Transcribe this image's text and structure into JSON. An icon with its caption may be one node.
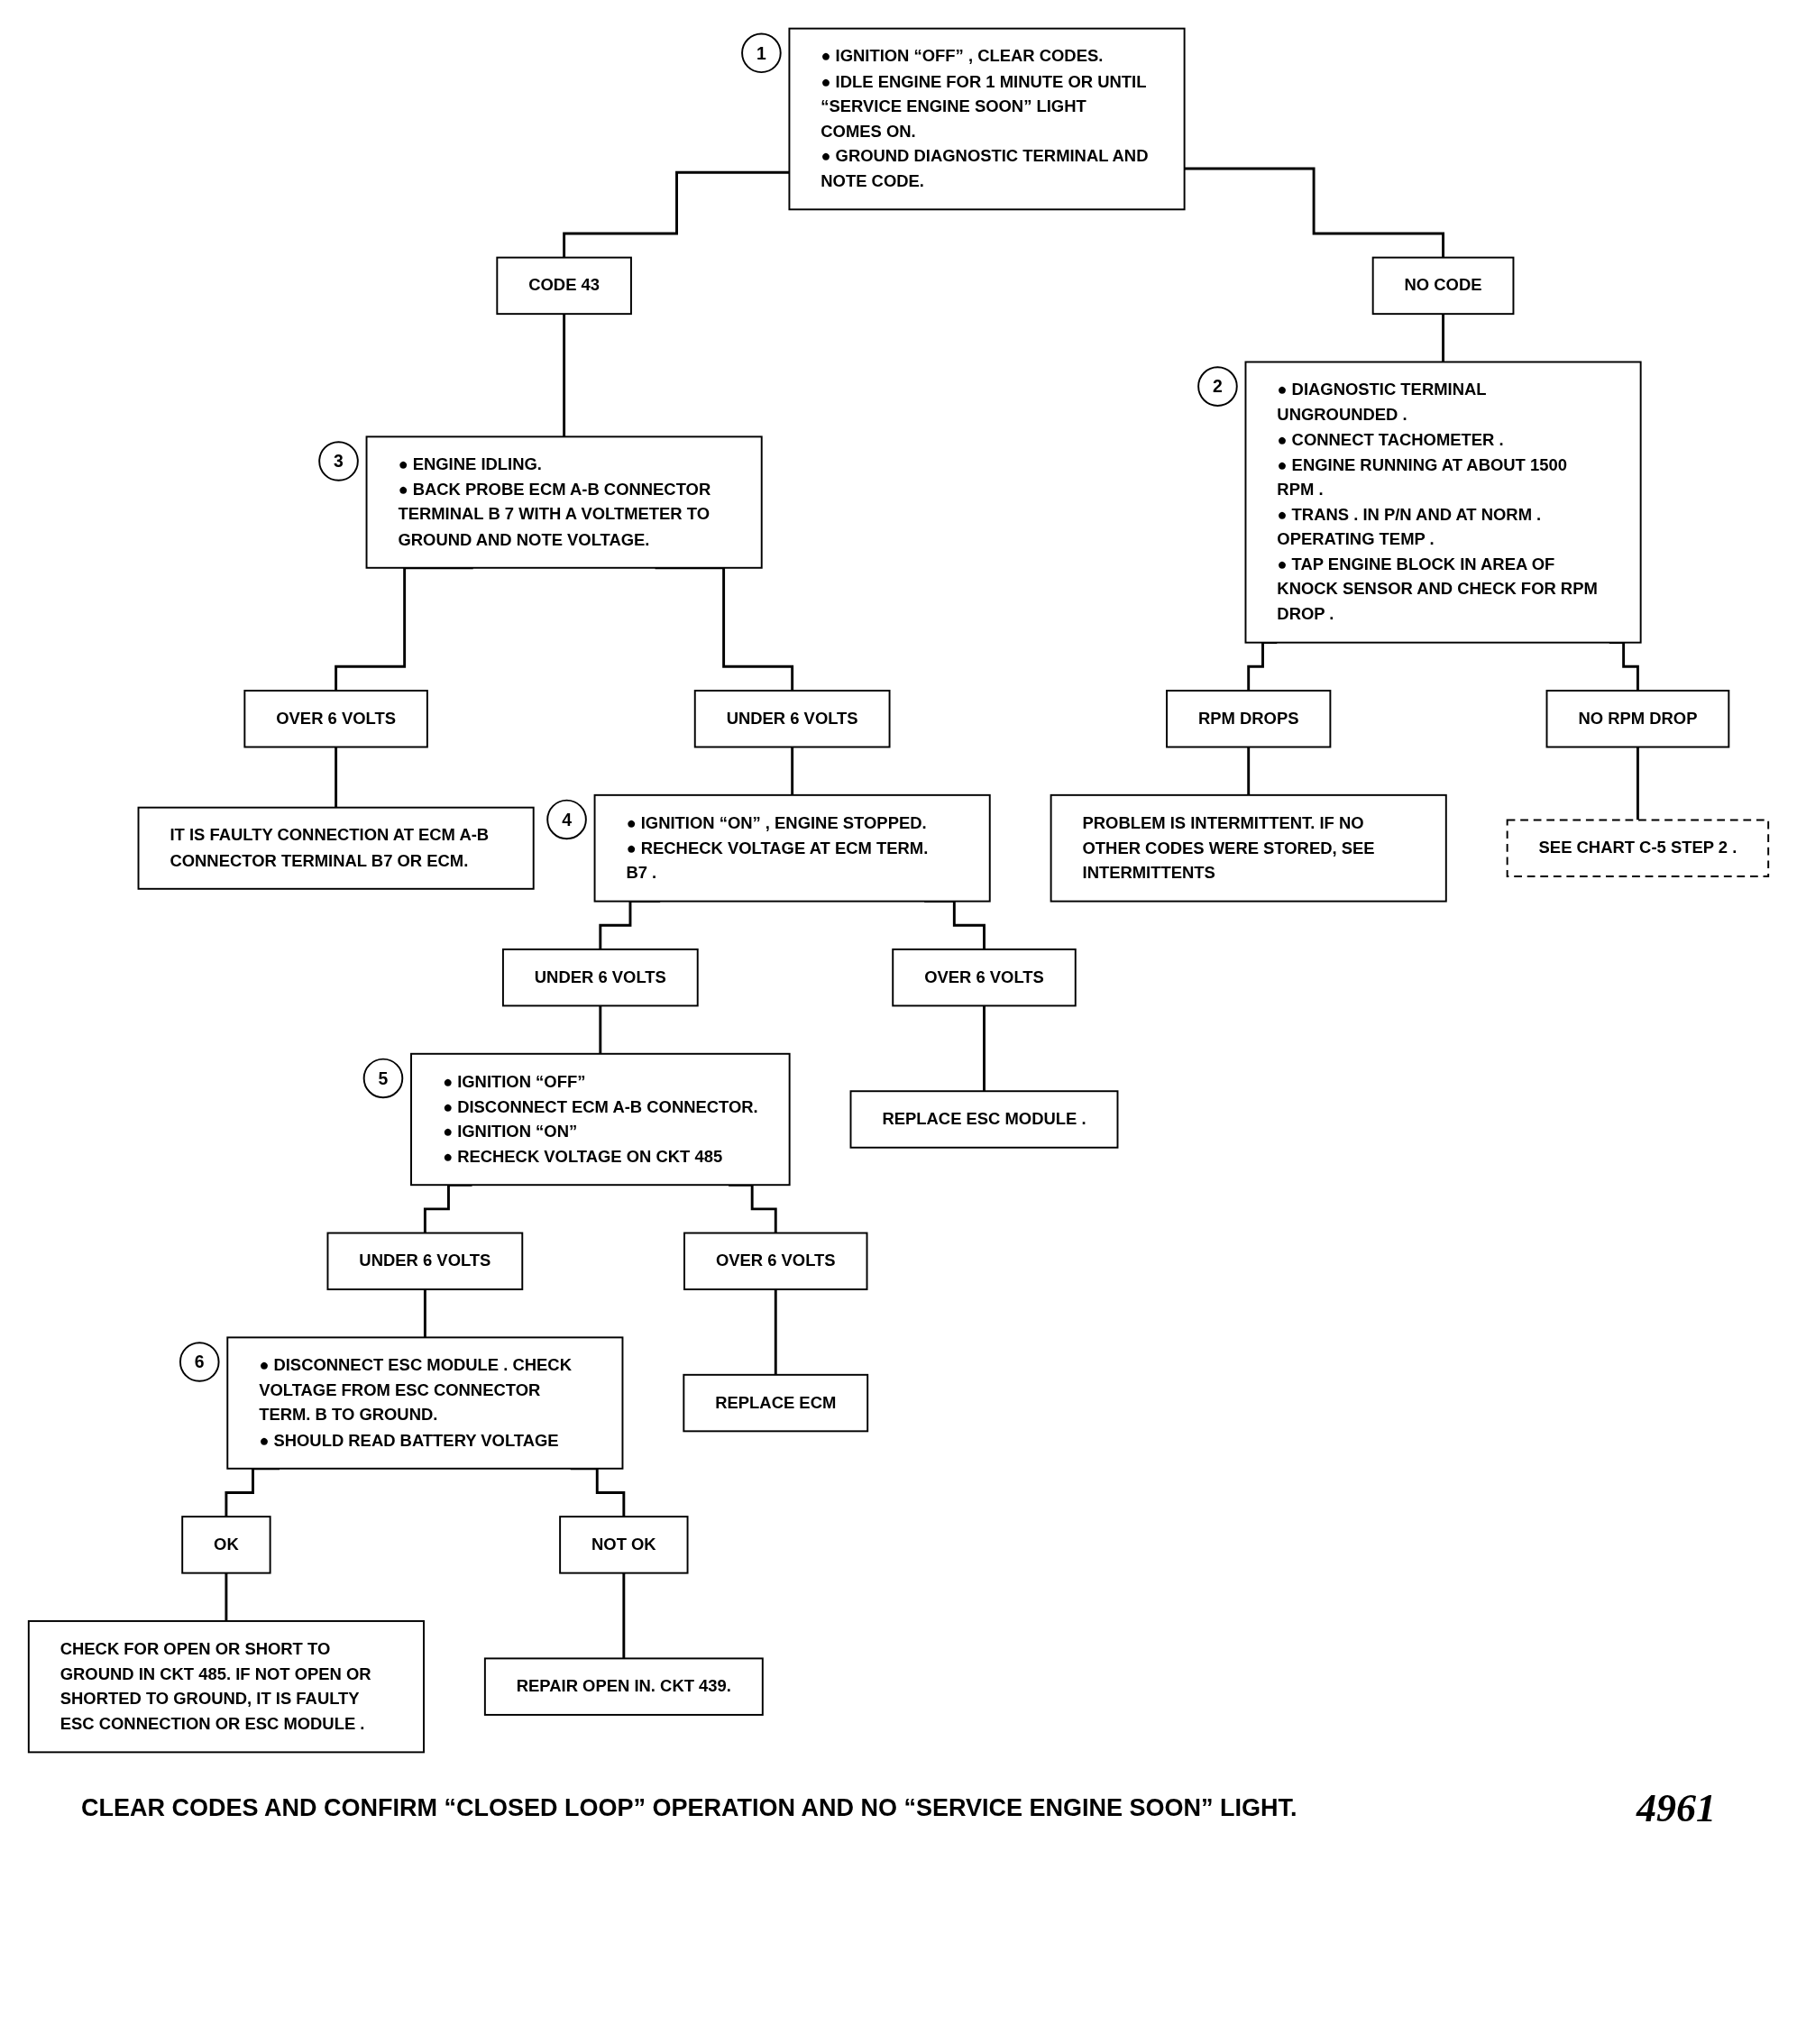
{
  "diagram": {
    "caption": "CLEAR CODES AND CONFIRM “CLOSED LOOP” OPERATION AND NO “SERVICE ENGINE SOON” LIGHT.",
    "nodes": [
      {
        "text": [
          "● IGNITION “OFF” , CLEAR CODES.",
          "● IDLE ENGINE FOR 1 MINUTE OR UNTIL “SERVICE ENGINE SOON” LIGHT COMES ON.",
          "● GROUND DIAGNOSTIC TERMINAL AND NOTE CODE."
        ],
        "beside": [
          "1"
        ]
      },
      {
        "text": [
          "CODE 43"
        ]
      },
      {
        "text": [
          "NO CODE"
        ]
      },
      {
        "text": [
          "● ENGINE IDLING.",
          "● BACK PROBE ECM A-B CONNECTOR TERMINAL B 7 WITH A VOLTMETER TO GROUND AND NOTE VOLTAGE."
        ],
        "beside": [
          "3"
        ]
      },
      {
        "text": [
          "● DIAGNOSTIC TERMINAL UNGROUNDED .",
          "● CONNECT TACHOMETER .",
          "● ENGINE RUNNING AT ABOUT 1500 RPM .",
          "● TRANS . IN P/N AND AT NORM . OPERATING TEMP .",
          "● TAP ENGINE BLOCK IN AREA OF KNOCK SENSOR AND CHECK FOR RPM DROP ."
        ],
        "beside": [
          "2"
        ]
      },
      {
        "text": [
          "UNDER 6 VOLTS"
        ]
      },
      {
        "text": [
          "OVER 6 VOLTS"
        ]
      },
      {
        "text": [
          "IT IS FAULTY CONNECTION AT ECM A-B CONNECTOR TERMINAL B7 OR ECM."
        ]
      },
      {
        "text": [
          "● IGNITION “ON” , ENGINE STOPPED.",
          "● RECHECK VOLTAGE AT ECM TERM. B7 ."
        ],
        "beside": [
          "4"
        ]
      },
      {
        "text": [
          "RPM DROPS"
        ]
      },
      {
        "text": [
          "NO RPM DROP"
        ]
      },
      {
        "text": [
          "PROBLEM IS INTERMITTENT. IF NO OTHER CODES WERE STORED, SEE INTERMITTENTS"
        ]
      },
      {
        "text": [
          "SEE CHART C-5 STEP 2 ."
        ]
      },
      {
        "text": [
          "UNDER 6 VOLTS"
        ]
      },
      {
        "text": [
          "OVER 6 VOLTS"
        ]
      },
      {
        "text": [
          "● IGNITION “OFF”",
          "● DISCONNECT ECM A-B CONNECTOR.",
          "● IGNITION “ON”",
          "● RECHECK VOLTAGE ON CKT 485"
        ],
        "beside": [
          "5"
        ]
      },
      {
        "text": [
          "REPLACE ESC MODULE ."
        ]
      },
      {
        "text": [
          "UNDER 6 VOLTS"
        ]
      },
      {
        "text": [
          "OVER 6 VOLTS"
        ]
      },
      {
        "text": [
          "● DISCONNECT ESC MODULE . CHECK VOLTAGE FROM ESC CONNECTOR TERM. B TO GROUND.",
          "● SHOULD READ BATTERY VOLTAGE"
        ],
        "beside": [
          "6"
        ]
      },
      {
        "text": [
          "REPLACE ECM"
        ]
      },
      {
        "text": [
          "OK"
        ]
      },
      {
        "text": [
          "NOT OK"
        ]
      },
      {
        "text": [
          "CHECK FOR OPEN OR SHORT TO GROUND IN CKT 485. IF NOT OPEN OR SHORTED TO GROUND, IT IS FAULTY ESC CONNECTION OR ESC MODULE ."
        ]
      },
      {
        "text": [
          "REPAIR OPEN IN. CKT 439."
        ]
      }
    ],
    "edges": [
      {
        "from": 0,
        "to": 1,
        "arrow": "none"
      },
      {
        "from": 0,
        "to": 2,
        "arrow": "none"
      },
      {
        "from": 1,
        "to": 3,
        "arrow": "none"
      },
      {
        "from": 2,
        "to": 4,
        "arrow": "none"
      },
      {
        "from": 3,
        "to": 5,
        "arrow": "none"
      },
      {
        "from": 3,
        "to": 6,
        "arrow": "none"
      },
      {
        "from": 5,
        "to": 8,
        "arrow": "none"
      },
      {
        "from": 6,
        "to": 7,
        "arrow": "none"
      },
      {
        "from": 4,
        "to": 9,
        "arrow": "none"
      },
      {
        "from": 4,
        "to": 10,
        "arrow": "none"
      },
      {
        "from": 9,
        "to": 11,
        "arrow": "none"
      },
      {
        "from": 10,
        "to": 12,
        "arrow": "none"
      },
      {
        "from": 8,
        "to": 13,
        "arrow": "none"
      },
      {
        "from": 8,
        "to": 14,
        "arrow": "none"
      },
      {
        "from": 13,
        "to": 15,
        "arrow": "none"
      },
      {
        "from": 14,
        "to": 16,
        "arrow": "none"
      },
      {
        "from": 15,
        "to": 17,
        "arrow": "none"
      },
      {
        "from": 15,
        "to": 18,
        "arrow": "none"
      },
      {
        "from": 17,
        "to": 19,
        "arrow": "none"
      },
      {
        "from": 18,
        "to": 20,
        "arrow": "none"
      },
      {
        "from": 19,
        "to": 21,
        "arrow": "none"
      },
      {
        "from": 19,
        "to": 22,
        "arrow": "none"
      },
      {
        "from": 21,
        "to": 23,
        "arrow": "none"
      },
      {
        "from": 22,
        "to": 24,
        "arrow": "none"
      }
    ],
    "labels": [
      "4961"
    ]
  }
}
